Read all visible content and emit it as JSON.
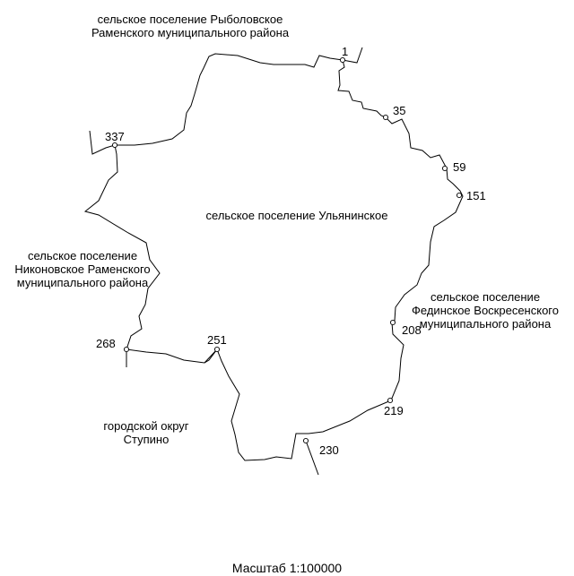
{
  "regions": {
    "center": "сельское поселение Ульянинское",
    "north": [
      "сельское поселение Рыболовское",
      "Раменского муниципального района"
    ],
    "west": [
      "сельское поселение",
      "Никоновское Раменского",
      "муниципального района"
    ],
    "east": [
      "сельское поселение",
      "Фединское Воскресенского",
      "муниципального района"
    ],
    "southwest": [
      "городской округ",
      "Ступино"
    ]
  },
  "points": {
    "p1": "1",
    "p35": "35",
    "p59": "59",
    "p151": "151",
    "p208": "208",
    "p219": "219",
    "p230": "230",
    "p251": "251",
    "p268": "268",
    "p337": "337"
  },
  "scale": "Масштаб 1:100000",
  "colors": {
    "boundary": "#000000",
    "background": "#ffffff"
  }
}
